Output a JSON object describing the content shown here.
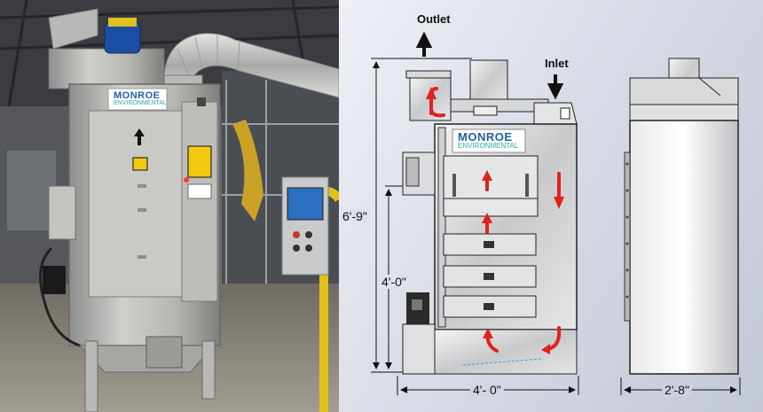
{
  "photo": {
    "brand_name": "MONROE",
    "brand_sub": "ENVIRONMENTAL"
  },
  "diagram": {
    "outlet_label": "Outlet",
    "inlet_label": "Inlet",
    "brand_name": "MONROE",
    "brand_sub": "ENVIRONMENTAL",
    "height_overall": "6'-9\"",
    "height_lower": "4'-0\"",
    "width_front": "4'- 0\"",
    "width_side": "2'-8\""
  },
  "colors": {
    "flow_arrow": "#e0221c",
    "brand_blue": "#1f5fa8",
    "brand_teal": "#2aa8a0",
    "dimension_line": "#111111"
  }
}
